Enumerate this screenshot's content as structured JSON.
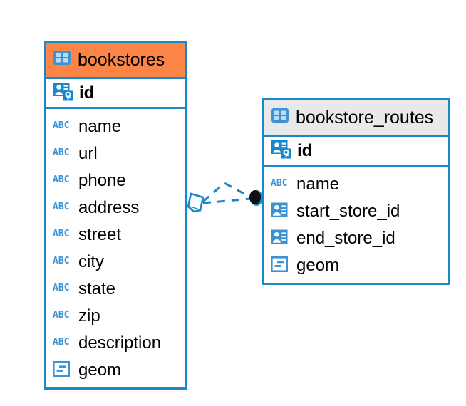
{
  "diagram": {
    "type": "entity-relationship-diagram",
    "background": "#ffffff",
    "accent_color": "#1787ce",
    "selected_color": "#fb8446",
    "header_plain_color": "#e9e9e9",
    "icon_blue": "#3d92d4"
  },
  "entities": [
    {
      "name": "bookstores",
      "selected": true,
      "table_icon": "table-icon",
      "primary_key": {
        "label": "id",
        "icon": "primary-key-icon"
      },
      "fields": [
        {
          "label": "name",
          "icon": "text-type-icon",
          "type": "ABC"
        },
        {
          "label": "url",
          "icon": "text-type-icon",
          "type": "ABC"
        },
        {
          "label": "phone",
          "icon": "text-type-icon",
          "type": "ABC"
        },
        {
          "label": "address",
          "icon": "text-type-icon",
          "type": "ABC"
        },
        {
          "label": "street",
          "icon": "text-type-icon",
          "type": "ABC"
        },
        {
          "label": "city",
          "icon": "text-type-icon",
          "type": "ABC"
        },
        {
          "label": "state",
          "icon": "text-type-icon",
          "type": "ABC"
        },
        {
          "label": "zip",
          "icon": "text-type-icon",
          "type": "ABC"
        },
        {
          "label": "description",
          "icon": "text-type-icon",
          "type": "ABC"
        },
        {
          "label": "geom",
          "icon": "geometry-type-icon",
          "type": "geom"
        }
      ]
    },
    {
      "name": "bookstore_routes",
      "selected": false,
      "table_icon": "table-icon",
      "primary_key": {
        "label": "id",
        "icon": "primary-key-icon"
      },
      "fields": [
        {
          "label": "name",
          "icon": "text-type-icon",
          "type": "ABC"
        },
        {
          "label": "start_store_id",
          "icon": "foreign-key-icon",
          "type": "fk"
        },
        {
          "label": "end_store_id",
          "icon": "foreign-key-icon",
          "type": "fk"
        },
        {
          "label": "geom",
          "icon": "geometry-type-icon",
          "type": "geom"
        }
      ]
    }
  ],
  "relationships": [
    {
      "from": "bookstores",
      "to": "bookstore_routes",
      "from_endpoint": "open-diamond",
      "to_endpoint": "filled-circle",
      "style": "dashed",
      "color": "#1787ce"
    },
    {
      "from": "bookstores",
      "to": "bookstore_routes",
      "from_endpoint": "open-diamond",
      "to_endpoint": "filled-circle",
      "style": "dashed",
      "color": "#1787ce"
    }
  ]
}
